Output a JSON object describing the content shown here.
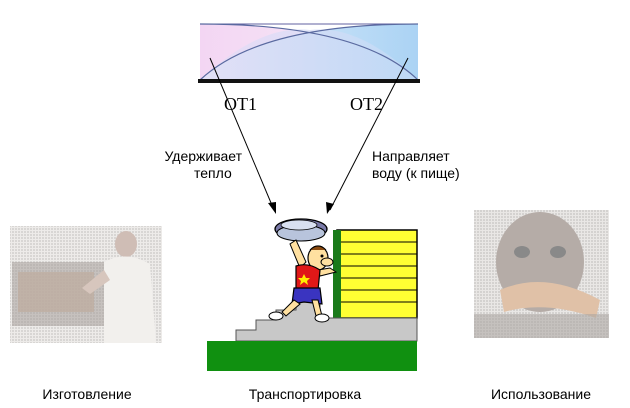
{
  "labels": {
    "ot1": "OT1",
    "ot2": "OT2",
    "left_note": [
      "Удерживает",
      "тепло"
    ],
    "right_note": [
      "Направляет",
      "воду (к пище)"
    ]
  },
  "captions": {
    "left": "Изготовление",
    "center": "Транспортировка",
    "right": "Использование"
  },
  "colors": {
    "pink": "#f0d2f0",
    "blue": "#a8d2f4",
    "wall": "#ffff33",
    "grass": "#109010",
    "steps": "#c8c8c8",
    "shirt": "#e01818",
    "shorts": "#3a34c0"
  },
  "icons": {
    "left_photo": "cook-grill-photo",
    "center_picture": "waiter-carrying-dish-icon",
    "right_photo": "person-eating-photo"
  }
}
